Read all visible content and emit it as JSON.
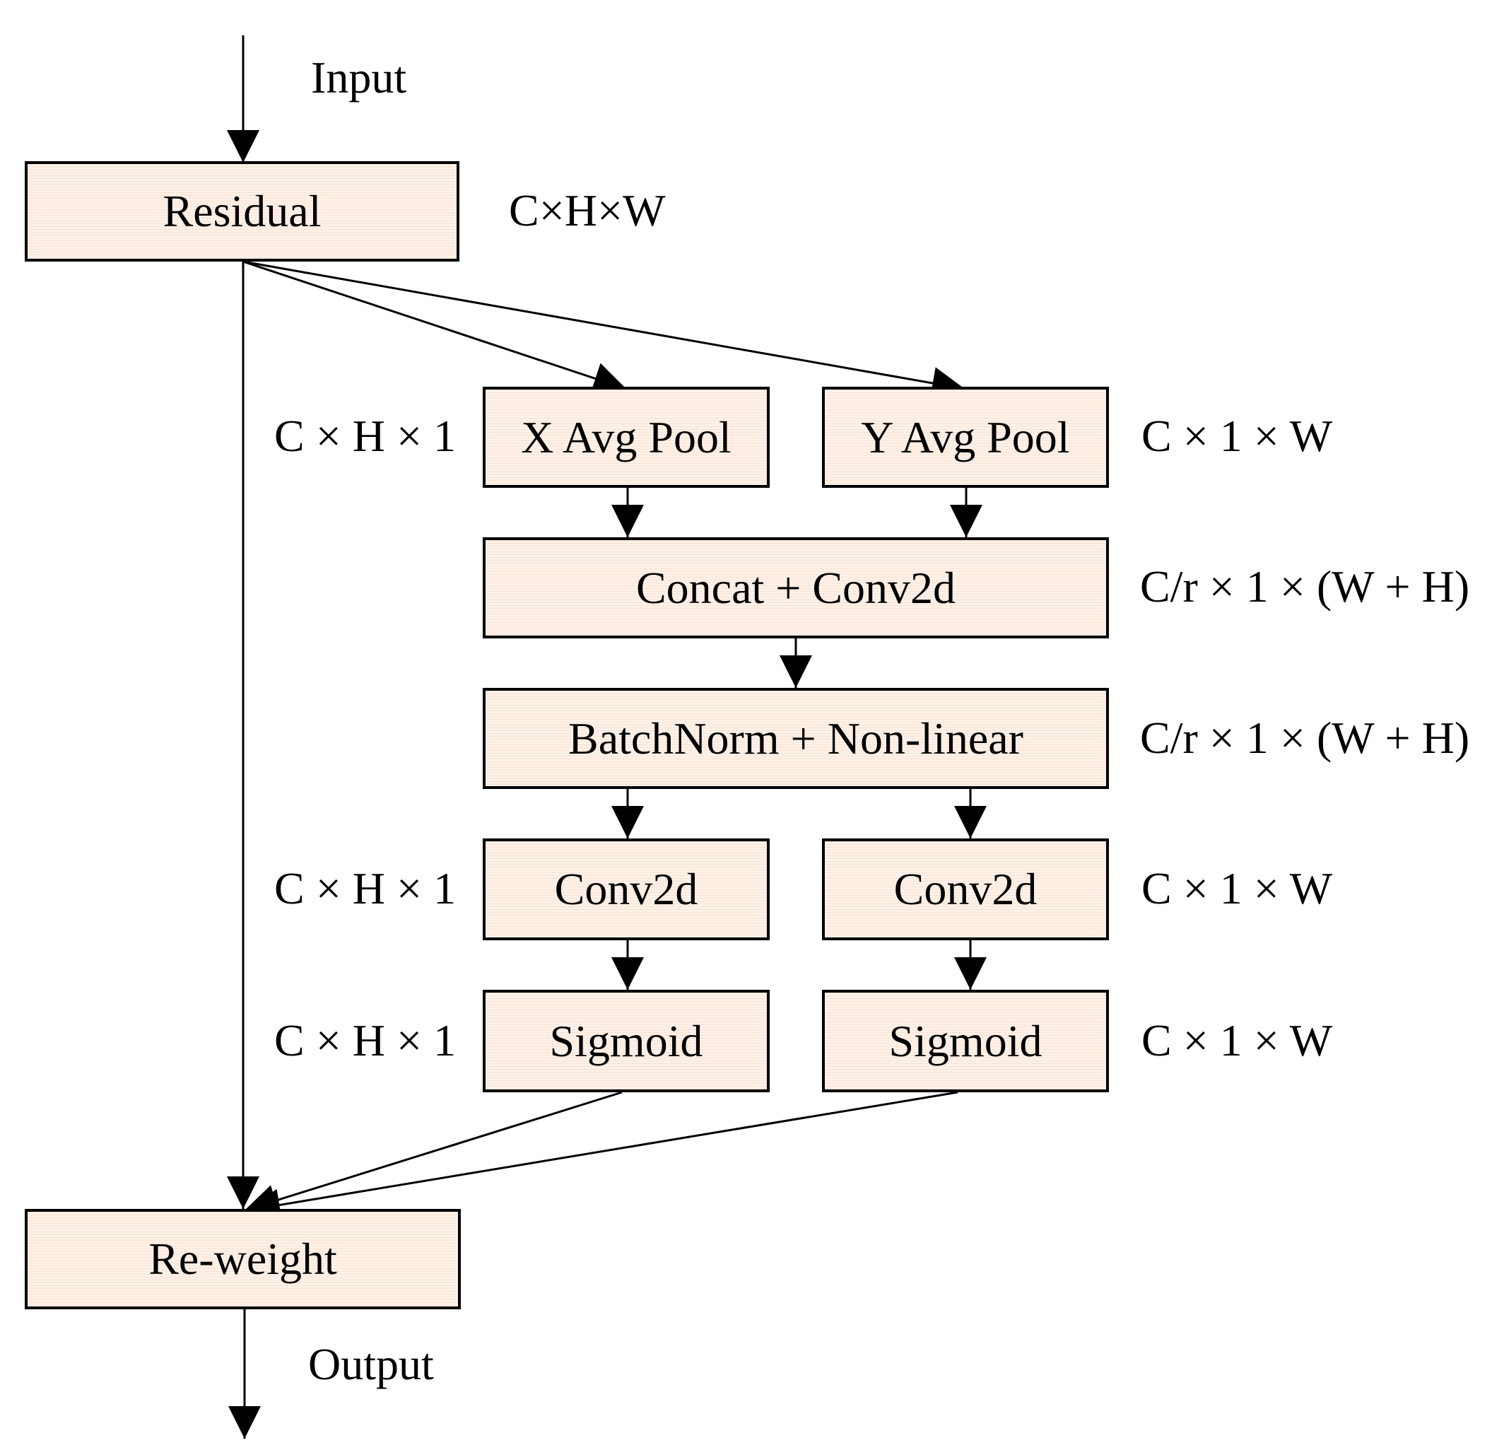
{
  "nodes": {
    "residual": "Residual",
    "x_avg_pool": "X Avg Pool",
    "y_avg_pool": "Y Avg Pool",
    "concat_conv": "Concat + Conv2d",
    "batchnorm": "BatchNorm + Non-linear",
    "conv_left": "Conv2d",
    "conv_right": "Conv2d",
    "sigmoid_left": "Sigmoid",
    "sigmoid_right": "Sigmoid",
    "reweight": "Re-weight"
  },
  "labels": {
    "input": "Input",
    "output": "Output",
    "residual_dims": "C×H×W",
    "x_pool_dims": "C × H × 1",
    "y_pool_dims": "C × 1 × W",
    "concat_dims": "C/r × 1 × (W + H)",
    "batchnorm_dims": "C/r × 1 × (W + H)",
    "conv_left_dims": "C × H × 1",
    "conv_right_dims": "C × 1 × W",
    "sigmoid_left_dims": "C × H × 1",
    "sigmoid_right_dims": "C × 1 × W"
  },
  "colors": {
    "box_fill": "#fdf1e8",
    "line": "#000000"
  }
}
